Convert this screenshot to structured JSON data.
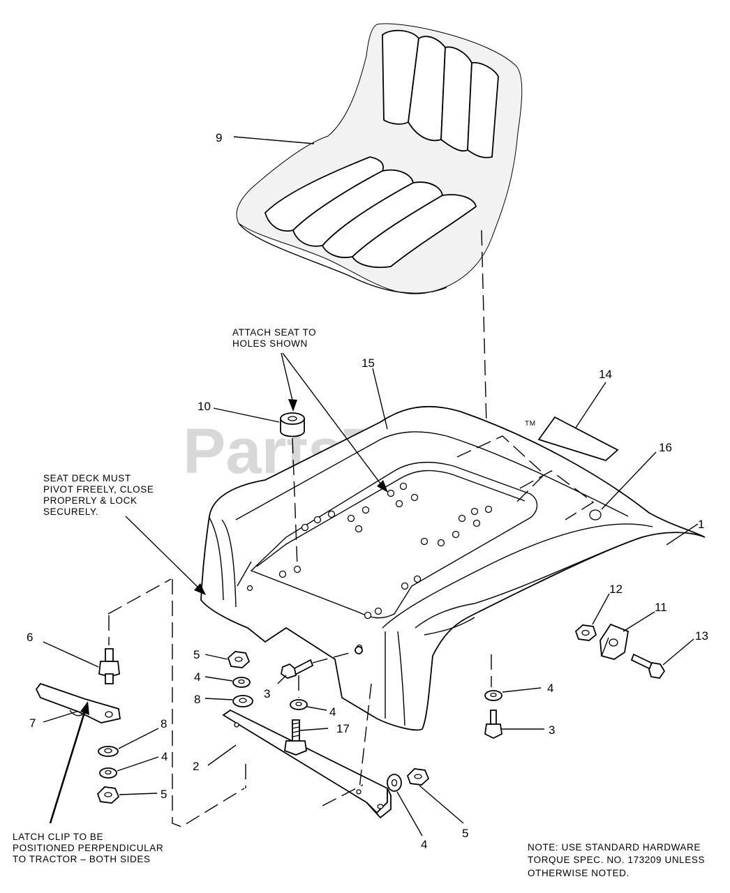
{
  "watermark": {
    "text": "PartsTree",
    "trademark": "TM"
  },
  "callouts": {
    "n1": "1",
    "n2": "2",
    "n3a": "3",
    "n3b": "3",
    "n4a": "4",
    "n4b": "4",
    "n4c": "4",
    "n4d": "4",
    "n4e": "4",
    "n5a": "5",
    "n5b": "5",
    "n5c": "5",
    "n6": "6",
    "n7": "7",
    "n8a": "8",
    "n8b": "8",
    "n9": "9",
    "n10": "10",
    "n11": "11",
    "n12": "12",
    "n13": "13",
    "n14": "14",
    "n15": "15",
    "n16": "16",
    "n17": "17"
  },
  "notes": {
    "attach_seat": [
      "ATTACH SEAT TO",
      "HOLES SHOWN"
    ],
    "seat_deck": [
      "SEAT DECK MUST",
      "PIVOT FREELY, CLOSE",
      "PROPERLY & LOCK",
      "SECURELY."
    ],
    "latch_clip": [
      "LATCH CLIP TO BE",
      "POSITIONED PERPENDICULAR",
      "TO TRACTOR – BOTH SIDES"
    ],
    "hardware": [
      "NOTE: USE STANDARD HARDWARE",
      "TORQUE SPEC. NO. 173209 UNLESS",
      "OTHERWISE NOTED."
    ]
  }
}
